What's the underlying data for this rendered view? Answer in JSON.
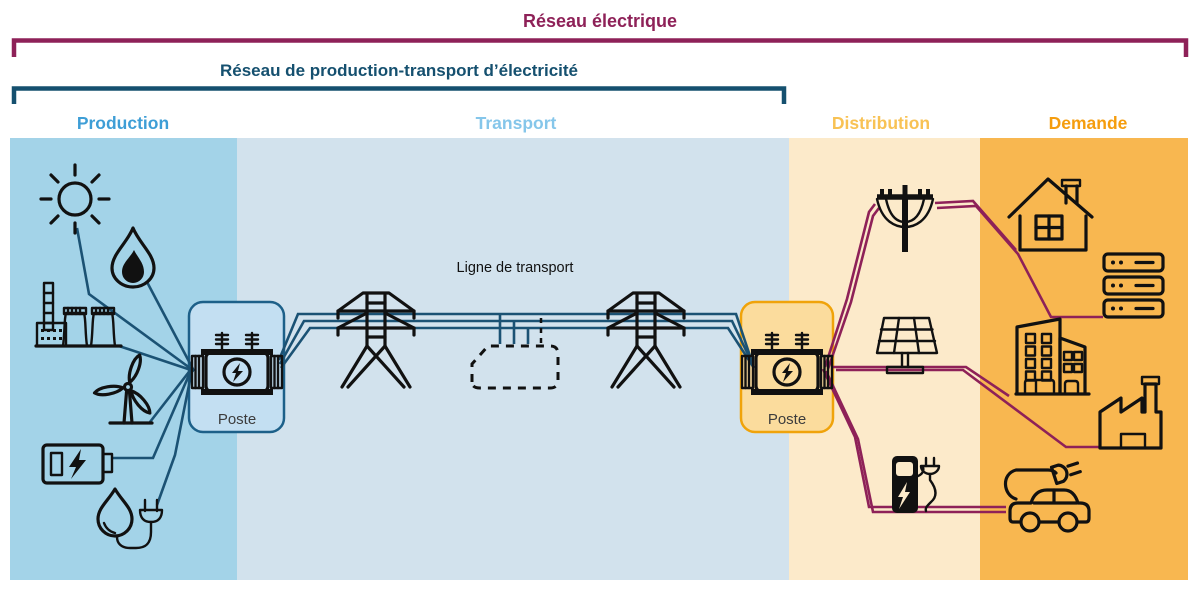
{
  "diagram": {
    "title": "Réseau électrique",
    "title_color": "#8E2158",
    "subtitle": "Réseau de production-transport d’électricité",
    "subtitle_color": "#15506F"
  },
  "sections": [
    {
      "label": "Production",
      "header_color": "#3E9ED6",
      "band_color": "#A3D3E8"
    },
    {
      "label": "Transport",
      "header_color": "#85C6EA",
      "band_color": "#D2E2ED"
    },
    {
      "label": "Distribution",
      "header_color": "#F8C254",
      "band_color": "#FCEACA"
    },
    {
      "label": "Demande",
      "header_color": "#F59D0E",
      "band_color": "#F8B750"
    }
  ],
  "labels": {
    "transport_line": "Ligne de transport"
  },
  "substations": {
    "left": {
      "label": "Poste",
      "fill": "#C3DFF2",
      "stroke": "#1D6089"
    },
    "right": {
      "label": "Poste",
      "fill": "#FBDC9D",
      "stroke": "#F0A30A"
    }
  },
  "line_colors": {
    "production_transport": "#1B5274",
    "distribution": "#8E2158"
  },
  "icons": {
    "production": [
      "sun-icon",
      "flame-icon",
      "power-plant-icon",
      "wind-turbine-icon",
      "battery-icon",
      "hydro-water-plug-icon"
    ],
    "transport": [
      "pylon-icon",
      "pylon-icon",
      "transformer-icon",
      "dashed-load-box"
    ],
    "distribution": [
      "utility-pole-icon",
      "solar-panel-icon",
      "ev-charger-icon",
      "transformer-icon"
    ],
    "demande": [
      "house-icon",
      "server-rack-icon",
      "buildings-icon",
      "factory-icon",
      "electric-car-icon"
    ]
  }
}
